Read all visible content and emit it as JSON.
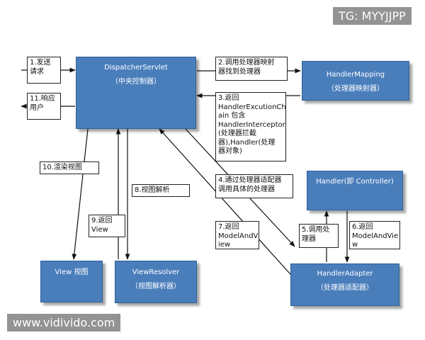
{
  "boxes": {
    "dispatcher": {
      "title": "DispatcherServlet",
      "subtitle": "（中央控制器）"
    },
    "handler_mapping": {
      "title": "HandlerMapping",
      "subtitle": "（处理器映射器）"
    },
    "handler": {
      "title": "Handler(即 Controller)"
    },
    "handler_adapter": {
      "title": "HandlerAdapter",
      "subtitle": "（处理器适配器）"
    },
    "view": {
      "title": "View 视图"
    },
    "view_resolver": {
      "title": "ViewResolver",
      "subtitle": "（视图解析器）"
    }
  },
  "steps": {
    "s1": "1.发送\n请求",
    "s2": "2.调用处理器映射\n器找到处理器",
    "s3": "3.返回\nHandlerExcutionCh\nain 包含\nHandlerInterceptor\n(处理器拦截\n器),Handler(处理\n器对象)",
    "s4": "4.通过处理器适配器\n调用具体的处理器",
    "s5": "5.调用处\n理器",
    "s6": "6.返回\nModelAndVie\nw",
    "s7": "7.返回\nModelAndV\niew",
    "s8": "8.视图解析",
    "s9": "9.返回\nView",
    "s10": "10.渲染视图",
    "s11": "11.响应\n用户"
  },
  "watermarks": {
    "top": "TG: MYYJJPP",
    "bottom": "www.vidivido.com"
  },
  "colors": {
    "box_fill": "#4a7ebb",
    "box_border": "#2e5f99",
    "arrow": "#111111"
  }
}
